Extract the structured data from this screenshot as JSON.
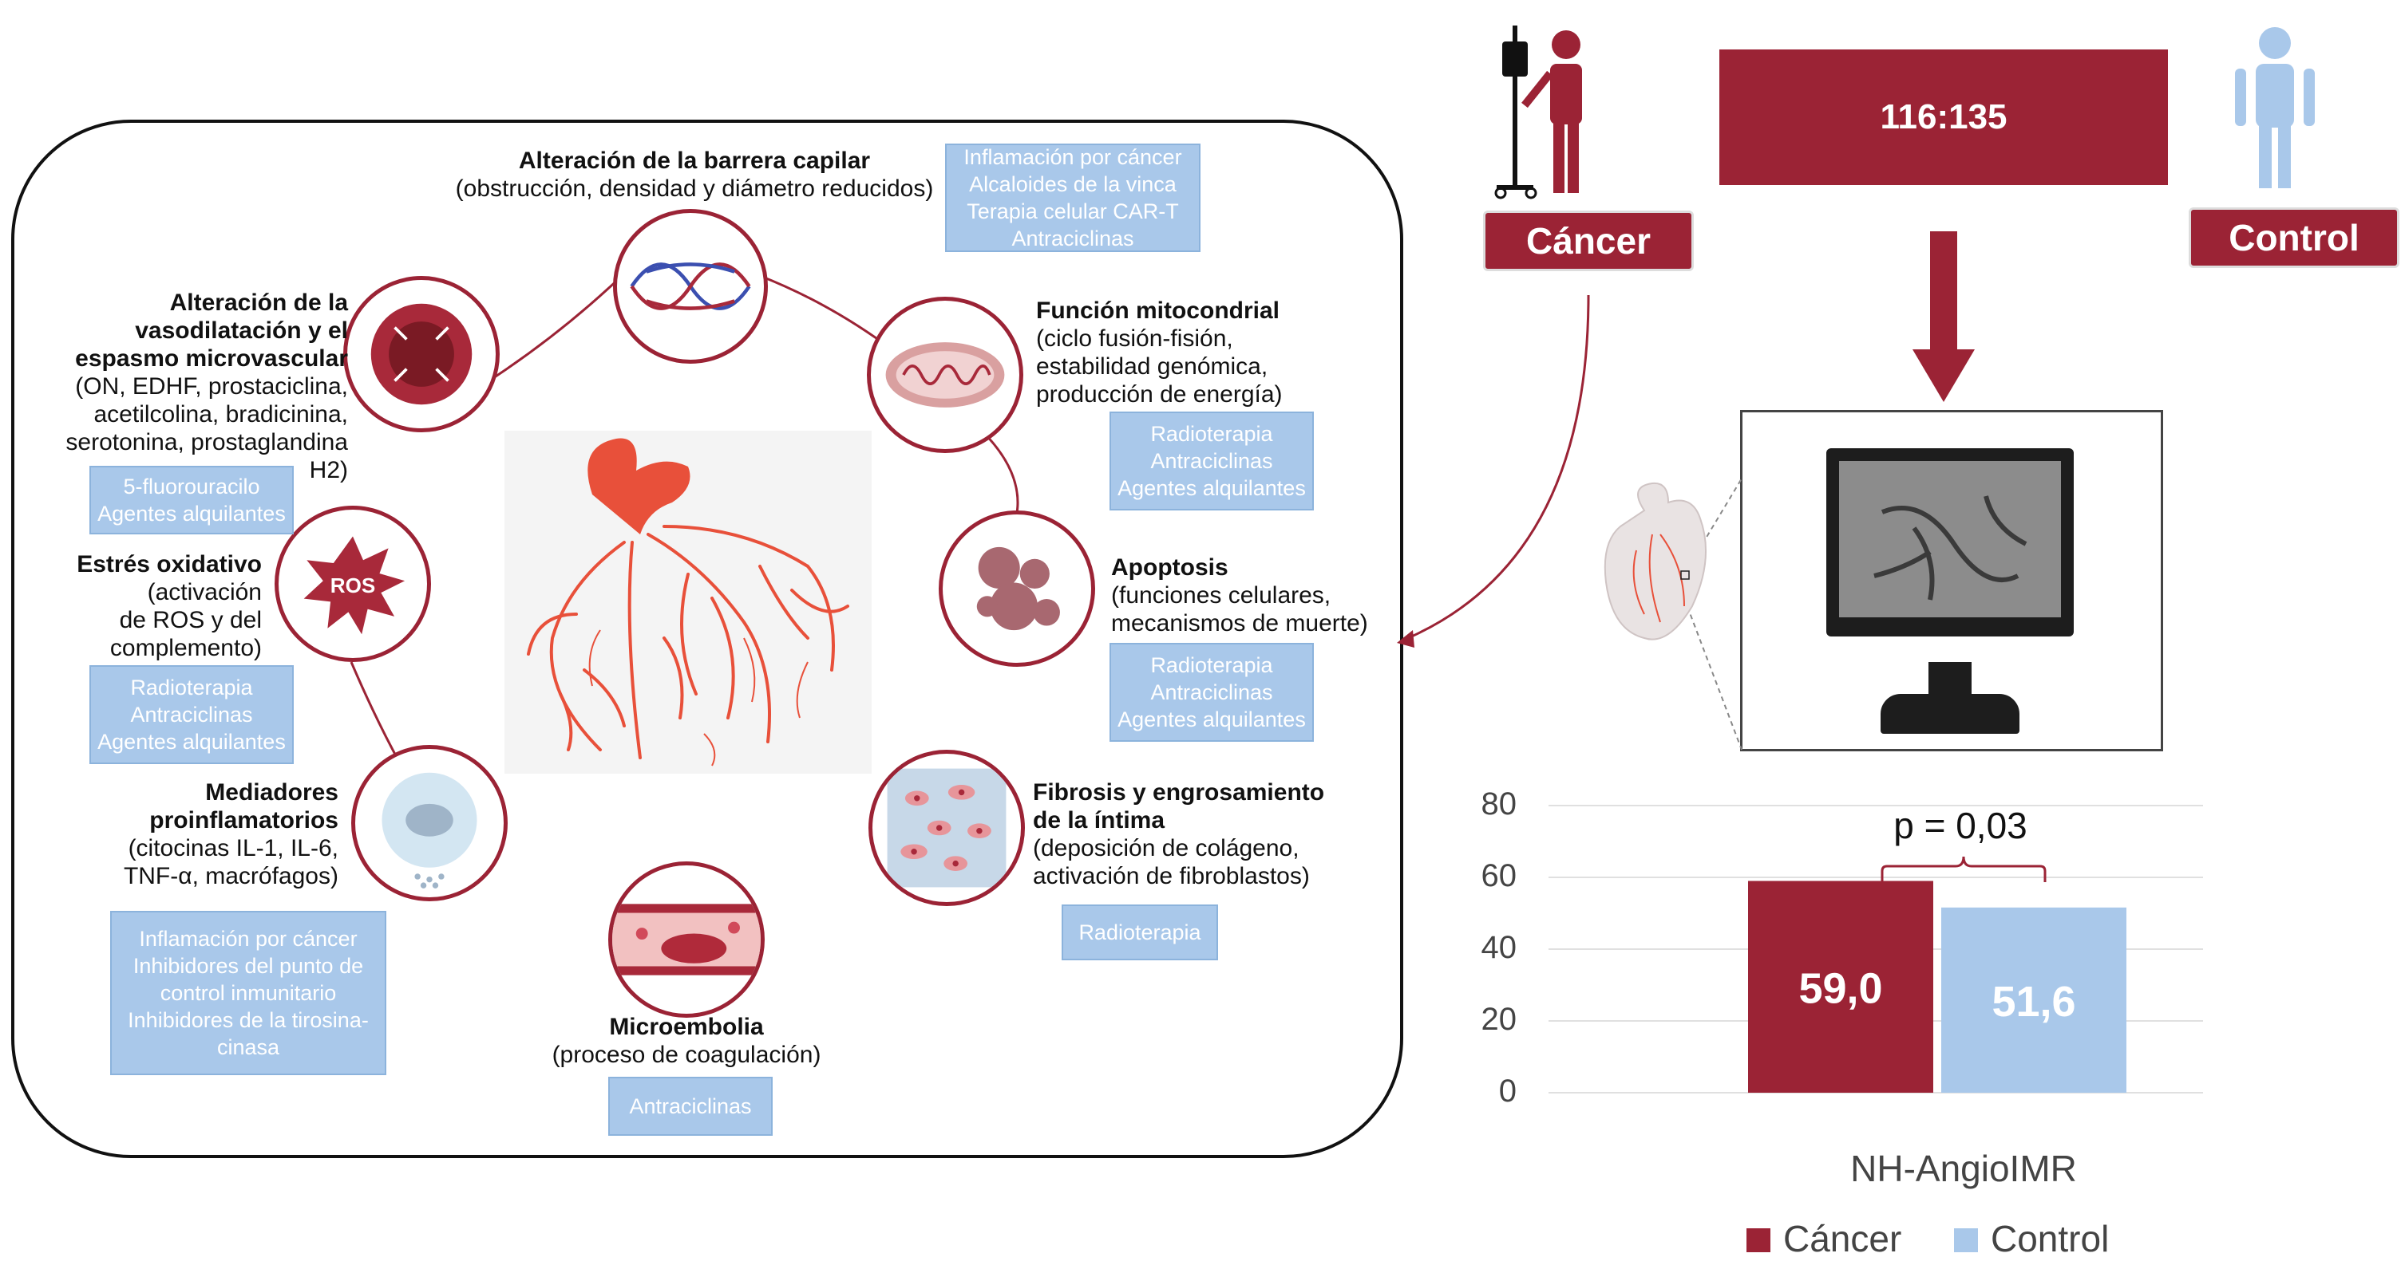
{
  "colors": {
    "maroon": "#9b2335",
    "light_blue": "#a9c8ea",
    "artery": "#e8503a"
  },
  "mechanisms": [
    {
      "id": "capilar",
      "title": "Alteración de la barrera capilar",
      "desc": [
        "(obstrucción, densidad y diámetro reducidos)"
      ],
      "agents": [
        "Inflamación por cáncer",
        "Alcaloides de la vinca",
        "Terapia celular CAR-T",
        "Antraciclinas"
      ]
    },
    {
      "id": "vaso",
      "title": "Alteración de la vasodilatación y el espasmo microvascular",
      "title_lines": [
        "Alteración de la",
        "vasodilatación y el",
        "espasmo microvascular"
      ],
      "desc": [
        "(ON, EDHF, prostaciclina,",
        "acetilcolina, bradicinina,",
        "serotonina, prostaglandina H2)"
      ],
      "agents": [
        "5-fluorouracilo",
        "Agentes alquilantes"
      ]
    },
    {
      "id": "mito",
      "title": "Función mitocondrial",
      "desc": [
        "(ciclo fusión-fisión,",
        "estabilidad genómica,",
        "producción de energía)"
      ],
      "agents": [
        "Radioterapia",
        "Antraciclinas",
        "Agentes alquilantes"
      ]
    },
    {
      "id": "ros",
      "title": "Estrés oxidativo",
      "desc": [
        "(activación",
        "de ROS y del",
        "complemento)"
      ],
      "agents": [
        "Radioterapia",
        "Antraciclinas",
        "Agentes alquilantes"
      ],
      "icon_text": "ROS"
    },
    {
      "id": "apop",
      "title": "Apoptosis",
      "desc": [
        "(funciones celulares,",
        "mecanismos de muerte)"
      ],
      "agents": [
        "Radioterapia",
        "Antraciclinas",
        "Agentes alquilantes"
      ]
    },
    {
      "id": "infl",
      "title": "Mediadores proinflamatorios",
      "title_lines": [
        "Mediadores",
        "proinflamatorios"
      ],
      "desc": [
        "(citocinas IL-1, IL-6,",
        "TNF-α, macrófagos)"
      ],
      "agents": [
        "Inflamación por cáncer",
        "Inhibidores del punto de",
        "control inmunitario",
        "Inhibidores de la tirosina-",
        "cinasa"
      ]
    },
    {
      "id": "fib",
      "title": "Fibrosis y engrosamiento de la íntima",
      "title_lines": [
        "Fibrosis y engrosamiento",
        "de la íntima"
      ],
      "desc": [
        "(deposición de colágeno,",
        "activación de fibroblastos)"
      ],
      "agents": [
        "Radioterapia"
      ]
    },
    {
      "id": "micro",
      "title": "Microembolia",
      "desc": [
        "(proceso de coagulación)"
      ],
      "agents": [
        "Antraciclinas"
      ]
    }
  ],
  "cohort": {
    "ratio": "116:135",
    "cancer_label": "Cáncer",
    "control_label": "Control"
  },
  "chart_data": {
    "type": "bar",
    "categories": [
      "NH-AngioIMR"
    ],
    "series": [
      {
        "name": "Cáncer",
        "values": [
          59.0
        ],
        "label": "59,0",
        "color": "#9b2335"
      },
      {
        "name": "Control",
        "values": [
          51.6
        ],
        "label": "51,6",
        "color": "#a9c8ea"
      }
    ],
    "xlabel": "NH-AngioIMR",
    "ylim": [
      0,
      80
    ],
    "yticks": [
      0,
      20,
      40,
      60,
      80
    ],
    "annotation": "p = 0,03",
    "legend": "bottom"
  }
}
